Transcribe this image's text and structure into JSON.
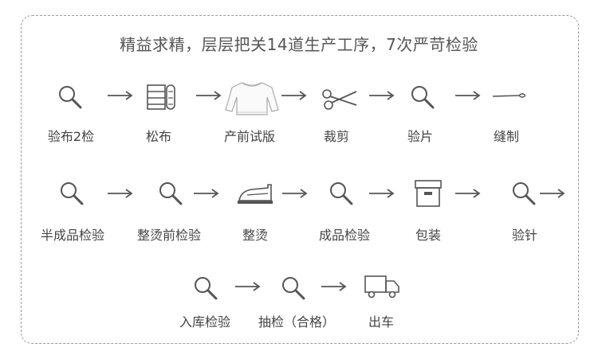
{
  "headline": "精益求精，层层把关14道生产工序，7次严苛检验",
  "steps": [
    {
      "label": "验布2检",
      "icon": "magnifier-icon"
    },
    {
      "label": "松布",
      "icon": "fabric-roll-icon"
    },
    {
      "label": "产前试版",
      "icon": "sweater-icon"
    },
    {
      "label": "裁剪",
      "icon": "scissors-icon"
    },
    {
      "label": "验片",
      "icon": "magnifier-icon"
    },
    {
      "label": "缝制",
      "icon": "needle-icon"
    },
    {
      "label": "半成品检验",
      "icon": "magnifier-icon"
    },
    {
      "label": "整烫前检验",
      "icon": "magnifier-icon"
    },
    {
      "label": "整烫",
      "icon": "iron-icon"
    },
    {
      "label": "成品检验",
      "icon": "magnifier-icon"
    },
    {
      "label": "包装",
      "icon": "box-icon"
    },
    {
      "label": "验针",
      "icon": "magnifier-icon"
    },
    {
      "label": "入库检验",
      "icon": "magnifier-icon"
    },
    {
      "label": "抽检（合格）",
      "icon": "magnifier-icon"
    },
    {
      "label": "出车",
      "icon": "truck-icon"
    }
  ],
  "colors": {
    "icon": "#555555",
    "text": "#444444",
    "border": "#9a9a9a"
  }
}
